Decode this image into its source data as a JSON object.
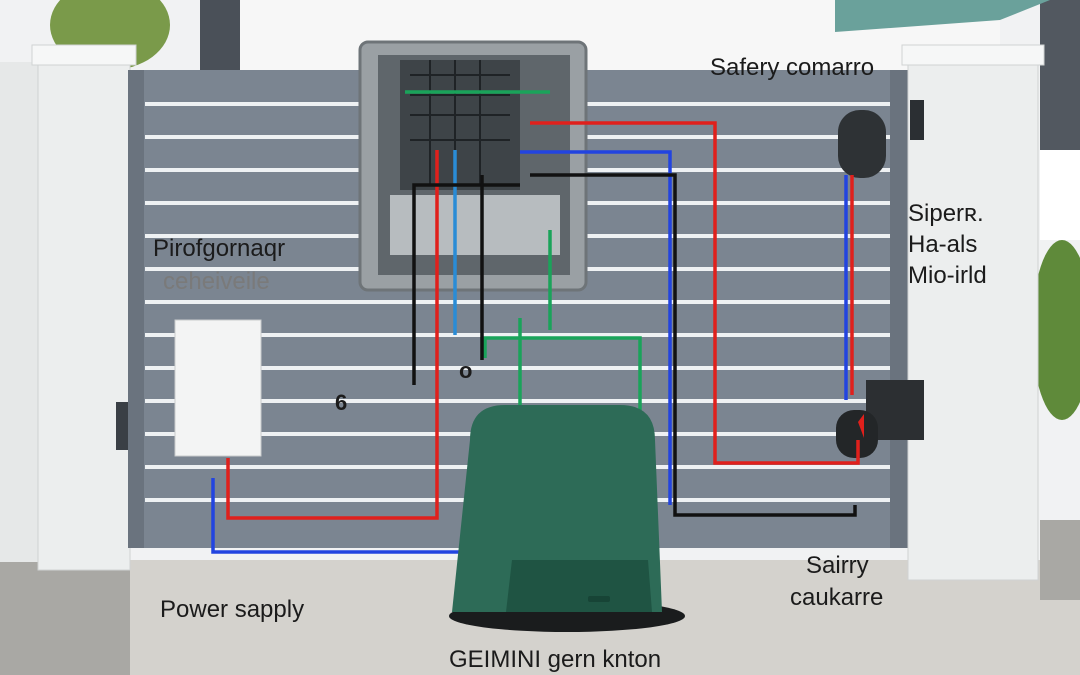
{
  "labels": {
    "safety_camera": "Safery comarro",
    "programmer_line1": "Pirofgornaqr",
    "programmer_line2": "ceheiveile",
    "side_line1": "Siperʀ.",
    "side_line2": "Ha-als",
    "side_line3": "Mio-irld",
    "marker_left": "6",
    "marker_center": "o",
    "power_supply": "Power sapply",
    "safety_bottom_line1": "Sairry",
    "safety_bottom_line2": "caukarre",
    "motor_caption": "GEIMINI gern knton"
  },
  "colors": {
    "gate": "#7b8591",
    "gate_slat_gap": "#f2f4f5",
    "pillar": "#e8eaea",
    "motor": "#2d6b57",
    "wire_red": "#e0201c",
    "wire_blue": "#2244e0",
    "wire_green": "#1aa35a",
    "wire_black": "#111111",
    "paving": "#d4d2cd"
  },
  "icons": {
    "safety_camera": "photocell-sensor-icon",
    "safety_receiver": "receiver-sensor-icon",
    "control_box": "control-panel-icon",
    "power_box": "power-box-icon",
    "motor": "gate-motor-icon"
  }
}
